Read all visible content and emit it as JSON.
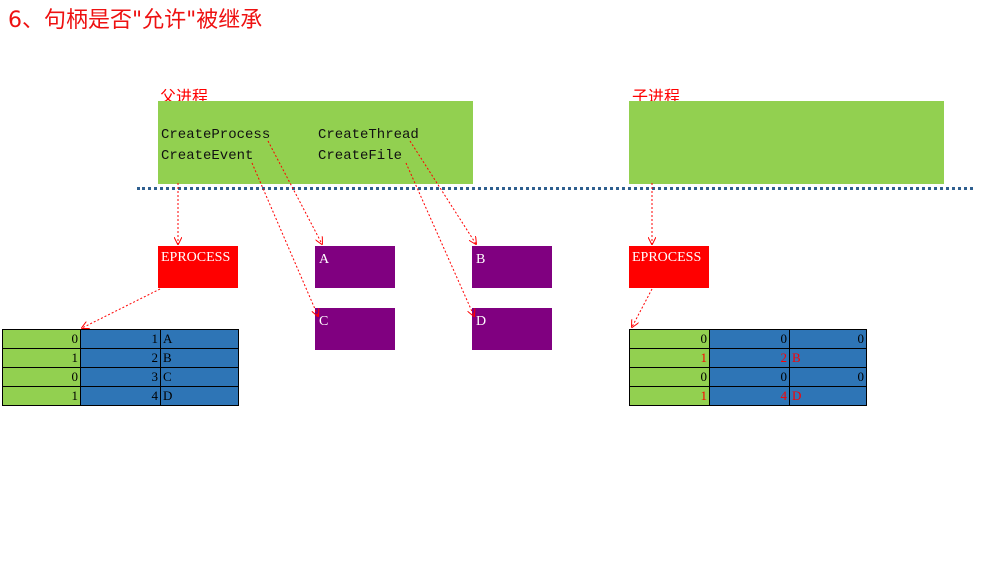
{
  "title": "6、句柄是否\"允许\"被继承",
  "parent": {
    "label": "父进程",
    "apis": [
      "CreateProcess",
      "CreateThread",
      "CreateEvent",
      "CreateFile"
    ],
    "eprocess_label": "EPROCESS",
    "objects": [
      "A",
      "B",
      "C",
      "D"
    ],
    "table": [
      {
        "flag": "0",
        "index": "1",
        "obj": "A"
      },
      {
        "flag": "1",
        "index": "2",
        "obj": "B"
      },
      {
        "flag": "0",
        "index": "3",
        "obj": "C"
      },
      {
        "flag": "1",
        "index": "4",
        "obj": "D"
      }
    ]
  },
  "child": {
    "label": "子进程",
    "eprocess_label": "EPROCESS",
    "table": [
      {
        "flag": "0",
        "index": "0",
        "obj": "",
        "extra": "0",
        "highlight": false
      },
      {
        "flag": "1",
        "index": "2",
        "obj": "B",
        "extra": "",
        "highlight": true
      },
      {
        "flag": "0",
        "index": "0",
        "obj": "",
        "extra": "0",
        "highlight": false
      },
      {
        "flag": "1",
        "index": "4",
        "obj": "D",
        "extra": "",
        "highlight": true
      }
    ]
  },
  "colors": {
    "title": "#ee1111",
    "process_box": "#92d050",
    "eprocess": "#ff0000",
    "object": "#800080",
    "table_flag": "#92d050",
    "table_entry": "#2e75b6",
    "arrow": "#ff0000",
    "divider": "#2e5f8f"
  }
}
